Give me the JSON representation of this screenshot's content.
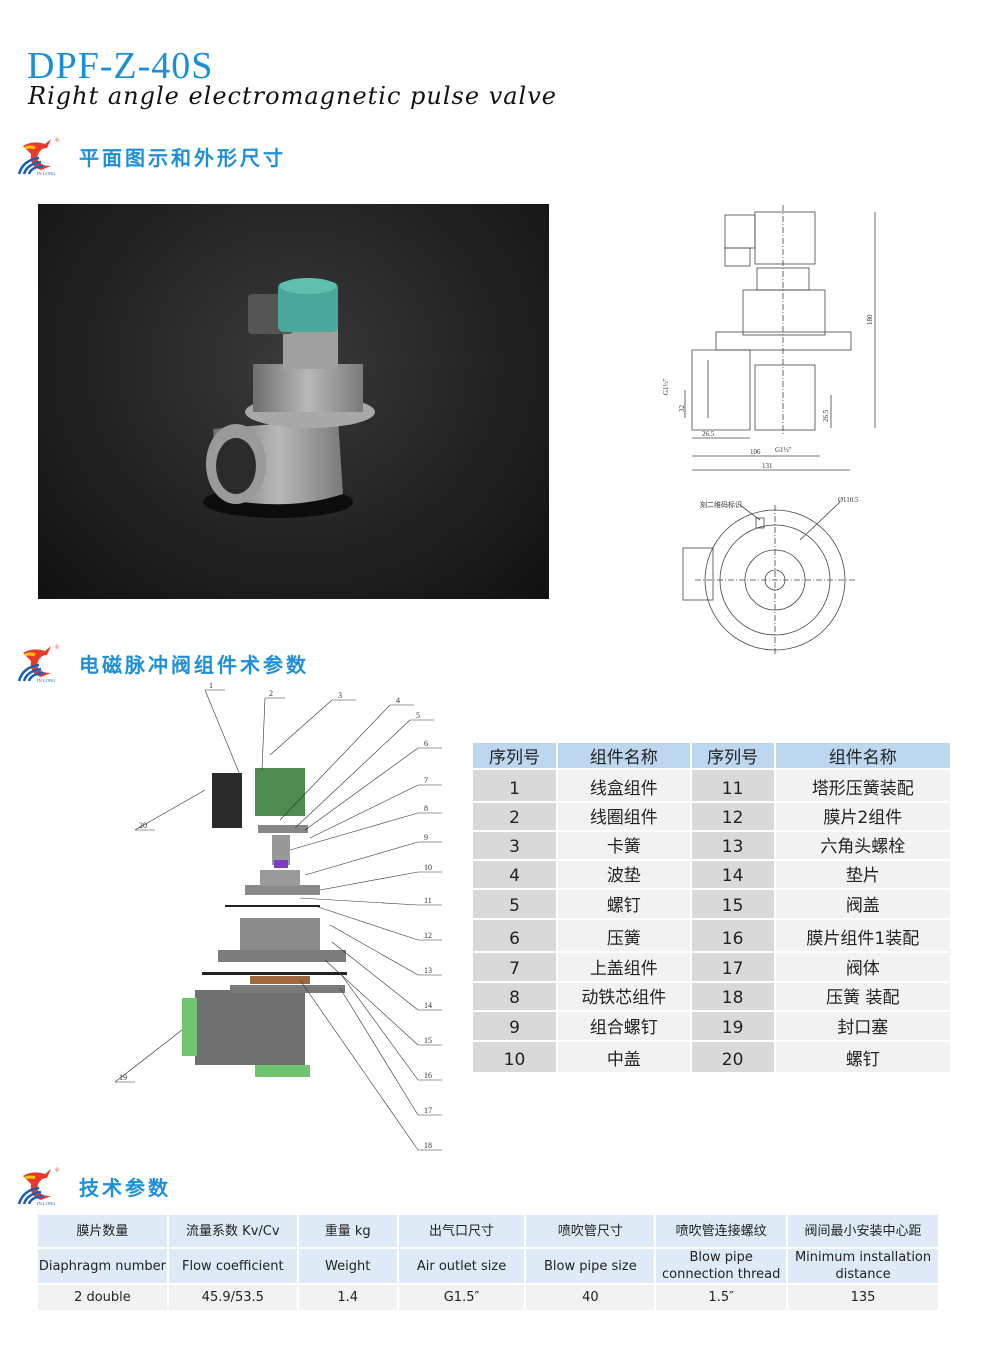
{
  "header": {
    "title": "DPF-Z-40S",
    "subtitle": "Right angle electromagnetic pulse valve"
  },
  "logo": {
    "text": "IN LONG",
    "registered": "®"
  },
  "sections": [
    {
      "title": "平面图示和外形尺寸"
    },
    {
      "title": "电磁脉冲阀组件术参数"
    },
    {
      "title": "技术参数"
    }
  ],
  "drawing": {
    "side_labels": {
      "height": "180",
      "inlet_thread": "G1½\"",
      "inlet_dim": "32",
      "left_offset": "26.5",
      "right_offset": "26.5",
      "width_inner": "106",
      "outlet_thread": "G1½\"",
      "width_total": "131"
    },
    "bottom_labels": {
      "qr_mark": "刻二维码标识",
      "diameter": "Ø110.5"
    }
  },
  "exploded": {
    "callouts": [
      "1",
      "2",
      "3",
      "4",
      "5",
      "6",
      "7",
      "8",
      "9",
      "10",
      "11",
      "12",
      "13",
      "14",
      "15",
      "16",
      "17",
      "18",
      "19",
      "20"
    ]
  },
  "parts_table": {
    "headers": [
      "序列号",
      "组件名称",
      "序列号",
      "组件名称"
    ],
    "rows": [
      [
        "1",
        "线盒组件",
        "11",
        "塔形压簧装配"
      ],
      [
        "2",
        "线圈组件",
        "12",
        "膜片2组件"
      ],
      [
        "3",
        "卡簧",
        "13",
        "六角头螺栓"
      ],
      [
        "4",
        "波垫",
        "14",
        "垫片"
      ],
      [
        "5",
        "螺钉",
        "15",
        "阀盖"
      ],
      [
        "6",
        "压簧",
        "16",
        "膜片组件1装配"
      ],
      [
        "7",
        "上盖组件",
        "17",
        "阀体"
      ],
      [
        "8",
        "动铁芯组件",
        "18",
        "压簧 装配"
      ],
      [
        "9",
        "组合螺钉",
        "19",
        "封口塞"
      ],
      [
        "10",
        "中盖",
        "20",
        "螺钉"
      ]
    ]
  },
  "spec_table": {
    "headers_cn": [
      "膜片数量",
      "流量系数 Kv/Cv",
      "重量  kg",
      "出气口尺寸",
      "喷吹管尺寸",
      "喷吹管连接螺纹",
      "阀间最小安装中心距"
    ],
    "headers_en": [
      "Diaphragm number",
      "Flow coefficient",
      "Weight",
      "Air outlet size",
      "Blow pipe size",
      "Blow pipe connection thread",
      "Minimum installation distance"
    ],
    "values": [
      "2 double",
      "45.9/53.5",
      "1.4",
      "G1.5″",
      "40",
      "1.5″",
      "135"
    ]
  },
  "colors": {
    "title_blue": "#1a8fd6",
    "section_blue": "#1f8fd8",
    "table_header": "#bdd7ee",
    "coil_green": "#4f8a4f"
  }
}
